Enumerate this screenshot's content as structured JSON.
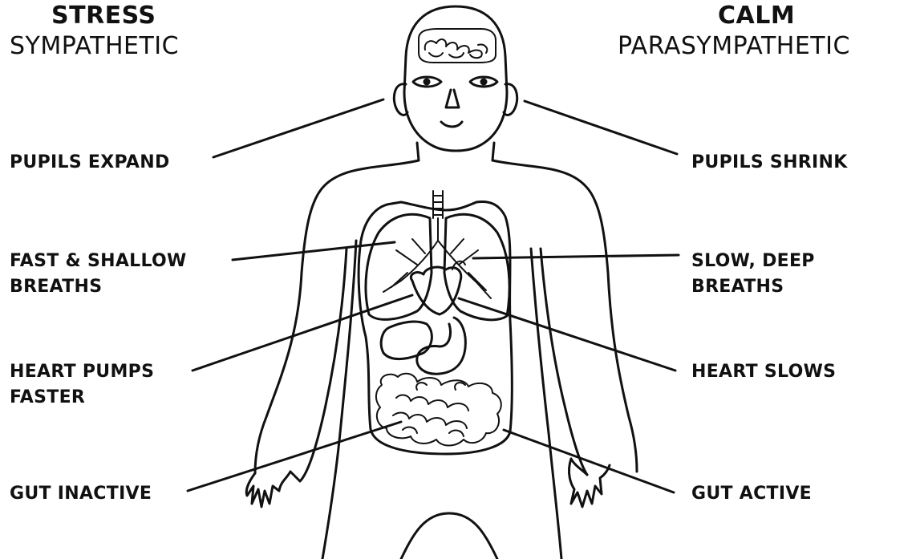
{
  "left_header": {
    "title": "STRESS",
    "subtitle": "SYMPATHETIC"
  },
  "right_header": {
    "title": "CALM",
    "subtitle": "PARASYMPATHETIC"
  },
  "left_labels": {
    "pupils": "PUPILS EXPAND",
    "breath_1": "FAST & SHALLOW",
    "breath_2": "BREATHS",
    "heart_1": "HEART PUMPS",
    "heart_2": "FASTER",
    "gut": "GUT INACTIVE"
  },
  "right_labels": {
    "pupils": "PUPILS SHRINK",
    "breath_1": "SLOW, DEEP",
    "breath_2": "BREATHS",
    "heart": "HEART SLOWS",
    "gut": "GUT ACTIVE"
  }
}
